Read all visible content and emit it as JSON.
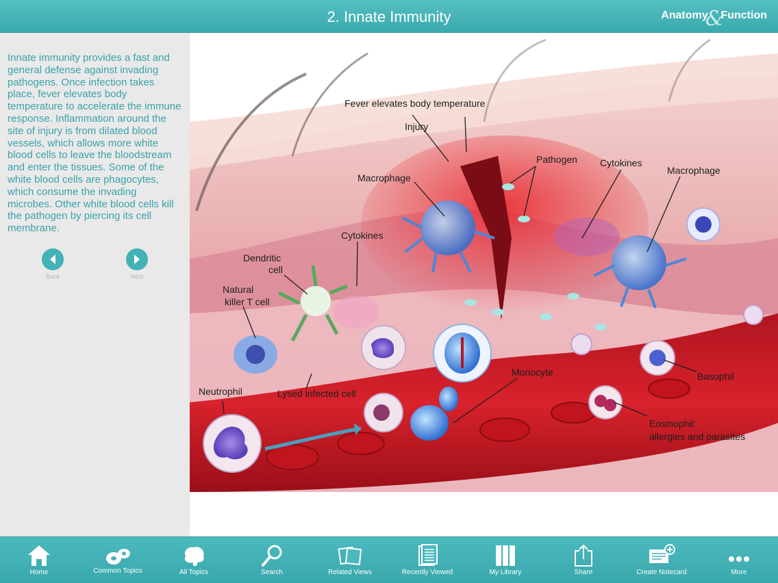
{
  "header": {
    "title": "2. Innate Immunity",
    "brand_left": "Anatomy",
    "brand_amp": "&",
    "brand_right": "Function"
  },
  "sidebar": {
    "description": "Innate immunity provides a fast and general defense against invading pathogens. Once infection takes place, fever elevates body temperature to accelerate the immune response. Inflammation around the site of injury is from dilated blood vessels, which allows more white blood cells to leave the bloodstream and enter the tissues. Some of the white blood cells are phagocytes, which consume the invading microbes. Other white blood cells kill the pathogen by piercing its cell membrane.",
    "back_label": "Back",
    "next_label": "Next"
  },
  "illustration": {
    "labels": {
      "fever": "Fever elevates body temperature",
      "injury": "Injury",
      "pathogen": "Pathogen",
      "cytokines_right": "Cytokines",
      "macrophage_right": "Macrophage",
      "macrophage_left": "Macrophage",
      "cytokines_left": "Cytokines",
      "dendritic_1": "Dendritic",
      "dendritic_2": "cell",
      "nk_1": "Natural",
      "nk_2": "killer T cell",
      "neutrophil": "Neutrophil",
      "lysed": "Lysed infected cell",
      "monocyte": "Monocyte",
      "basophil": "Basophil",
      "eosinophil_1": "Eosinophil:",
      "eosinophil_2": "allergies and parasites"
    }
  },
  "toolbar": {
    "items": [
      {
        "label": "Home",
        "icon": "home-icon"
      },
      {
        "label": "Common Topics",
        "icon": "cells-icon"
      },
      {
        "label": "All Topics",
        "icon": "brain-icon"
      },
      {
        "label": "Search",
        "icon": "search-icon"
      },
      {
        "label": "Related Views",
        "icon": "related-views-icon"
      },
      {
        "label": "Recently Viewed",
        "icon": "recently-viewed-icon"
      },
      {
        "label": "My Library",
        "icon": "library-icon"
      },
      {
        "label": "Share",
        "icon": "share-icon"
      },
      {
        "label": "Create Notecard",
        "icon": "notecard-icon"
      },
      {
        "label": "More",
        "icon": "more-icon"
      }
    ]
  },
  "colors": {
    "accent": "#43b1b6",
    "sidebar_text": "#3aa2aa",
    "sidebar_bg": "#e9e9e9"
  }
}
